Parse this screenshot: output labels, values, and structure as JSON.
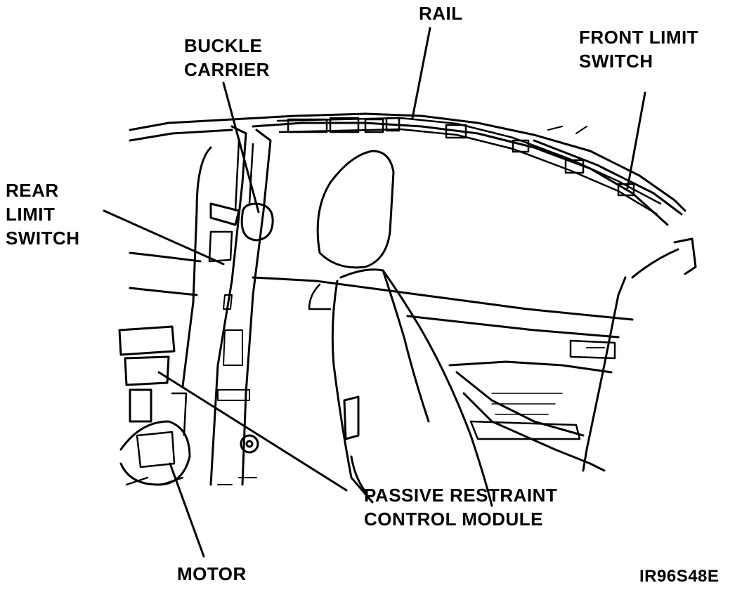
{
  "labels": {
    "rail": "RAIL",
    "buckle_carrier": [
      "BUCKLE",
      "CARRIER"
    ],
    "front_limit_switch": [
      "FRONT LIMIT",
      "SWITCH"
    ],
    "rear_limit_switch": [
      "REAR",
      "LIMIT",
      "SWITCH"
    ],
    "control_module": [
      "PASSIVE RESTRAINT",
      "CONTROL MODULE"
    ],
    "motor": "MOTOR"
  },
  "figure_id": "IR96S48E",
  "colors": {
    "ink": "#000000",
    "paper": "#ffffff"
  }
}
